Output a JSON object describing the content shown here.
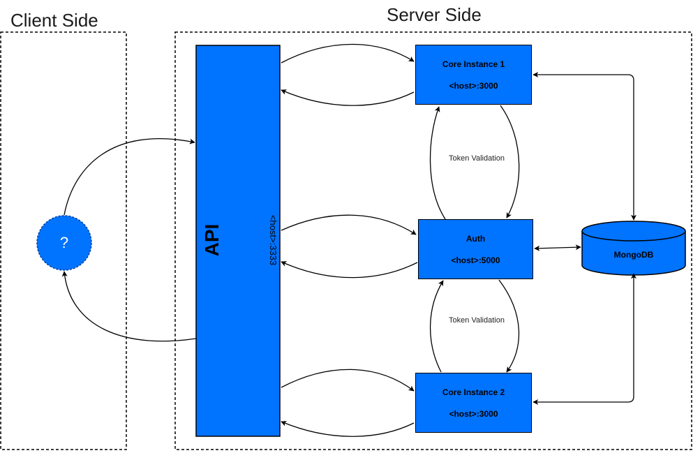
{
  "regions": {
    "client": {
      "title": "Client Side"
    },
    "server": {
      "title": "Server Side"
    }
  },
  "nodes": {
    "client": {
      "label": "?"
    },
    "api": {
      "label": "API",
      "port": "<host>:3333"
    },
    "core1": {
      "name": "Core Instance 1",
      "port": "<host>:3000"
    },
    "auth": {
      "name": "Auth",
      "port": "<host>:5000"
    },
    "core2": {
      "name": "Core Instance 2",
      "port": "<host>:3000"
    },
    "db": {
      "name": "MongoDB"
    }
  },
  "edges": {
    "token_validation_top": "Token Validation",
    "token_validation_bottom": "Token Validation"
  },
  "colors": {
    "node_fill": "#0073ff",
    "stroke": "#000000",
    "region_border": "#000000"
  }
}
